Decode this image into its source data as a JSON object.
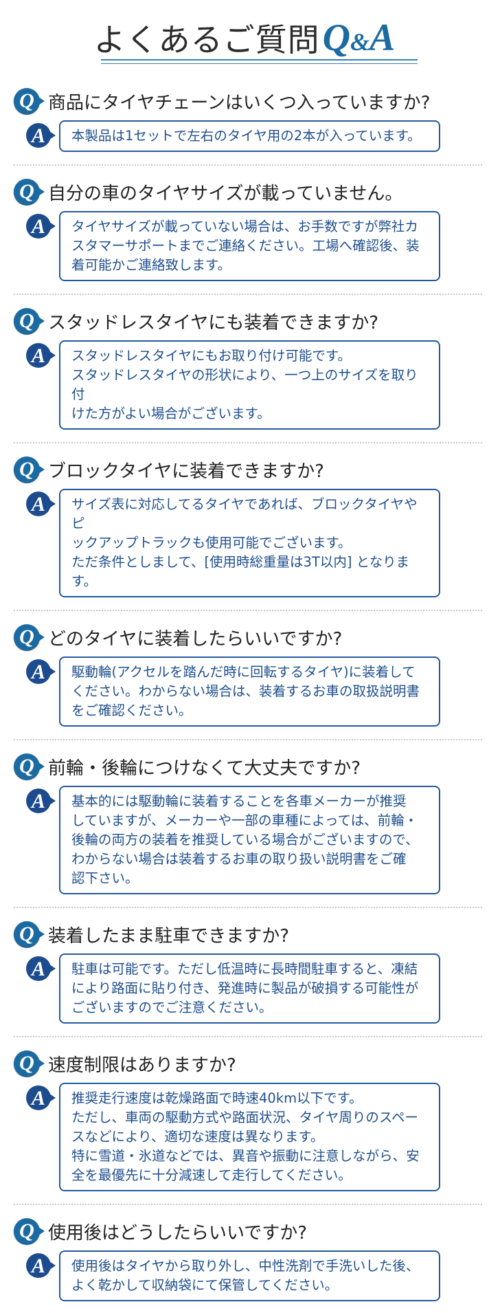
{
  "header": {
    "title": "よくあるご質問",
    "title_q": "Q",
    "title_amp": "&",
    "title_a": "A"
  },
  "icons": {
    "q": "Q",
    "a": "A"
  },
  "colors": {
    "q_icon": "#1b6ba2",
    "a_icon": "#1c4b8e",
    "answer_border": "#23599a",
    "answer_text": "#1f4f8c"
  },
  "faq": [
    {
      "q": "商品にタイヤチェーンはいくつ入っていますか?",
      "a": [
        "本製品は1セットで左右のタイヤ用の2本が入っています。"
      ]
    },
    {
      "q": "自分の車のタイヤサイズが載っていません。",
      "a": [
        "タイヤサイズが載っていない場合は、お手数ですが弊社カ",
        "スタマーサポートまでご連絡ください。工場へ確認後、装",
        "着可能かご連絡致します。"
      ]
    },
    {
      "q": "スタッドレスタイヤにも装着できますか?",
      "a": [
        "スタッドレスタイヤにもお取り付け可能です。",
        "スタッドレスタイヤの形状により、一つ上のサイズを取り付",
        "けた方がよい場合がございます。"
      ]
    },
    {
      "q": "ブロックタイヤに装着できますか?",
      "a": [
        "サイズ表に対応してるタイヤであれば、ブロックタイヤやピ",
        "ックアップトラックも使用可能でございます。",
        "ただ条件としまして、[使用時総重量は3T以内] となりま",
        "す。"
      ]
    },
    {
      "q": "どのタイヤに装着したらいいですか?",
      "a": [
        "駆動輪(アクセルを踏んだ時に回転するタイヤ)に装着して",
        "ください。わからない場合は、装着するお車の取扱説明書",
        "をご確認ください。"
      ]
    },
    {
      "q": "前輪・後輪につけなくて大丈夫ですか?",
      "a": [
        "基本的には駆動輪に装着することを各車メーカーが推奨",
        "していますが、メーカーや一部の車種によっては、前輪・",
        "後輪の両方の装着を推奨している場合がございますので、",
        "わからない場合は装着するお車の取り扱い説明書をご確",
        "認下さい。"
      ]
    },
    {
      "q": "装着したまま駐車できますか?",
      "a": [
        "駐車は可能です。ただし低温時に長時間駐車すると、凍結",
        "により路面に貼り付き、発進時に製品が破損する可能性が",
        "ございますのでご注意ください。"
      ]
    },
    {
      "q": "速度制限はありますか?",
      "a": [
        "推奨走行速度は乾燥路面で時速40km以下です。",
        "ただし、車両の駆動方式や路面状況、タイヤ周りのスペー",
        "スなどにより、適切な速度は異なります。",
        "特に雪道・氷道などでは、異音や振動に注意しながら、安",
        "全を最優先に十分減速して走行してください。"
      ]
    },
    {
      "q": "使用後はどうしたらいいですか?",
      "a": [
        "使用後はタイヤから取り外し、中性洗剤で手洗いした後、",
        "よく乾かして収納袋にて保管してください。"
      ]
    }
  ]
}
